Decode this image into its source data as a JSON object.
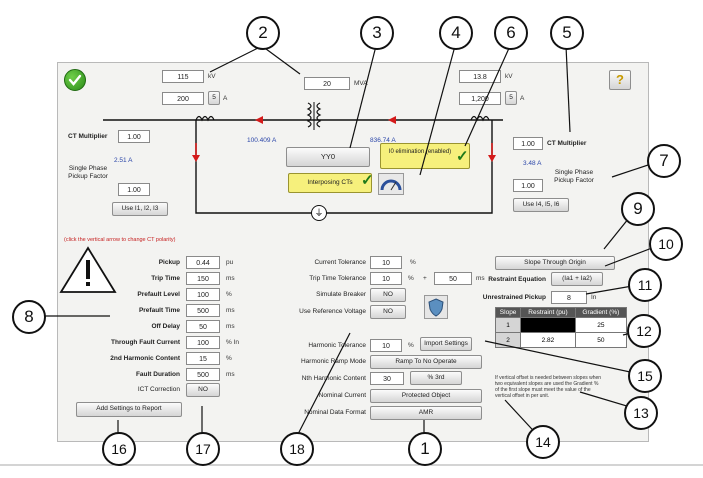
{
  "callouts": {
    "c1": "1",
    "c2": "2",
    "c3": "3",
    "c4": "4",
    "c5": "5",
    "c6": "6",
    "c7": "7",
    "c8": "8",
    "c9": "9",
    "c10": "10",
    "c11": "11",
    "c12": "12",
    "c13": "13",
    "c14": "14",
    "c15": "15",
    "c16": "16",
    "c17": "17",
    "c18": "18"
  },
  "top": {
    "kv_left": "115",
    "kv_left_unit": "kV",
    "a_left": "200",
    "a_left_unit": "A",
    "stepper_left": "5",
    "mva": "20",
    "mva_unit": "MVA",
    "kv_right": "13.8",
    "kv_right_unit": "kV",
    "a_right": "1,200",
    "a_right_unit": "A",
    "stepper_right": "5",
    "current_left": "100.409 A",
    "current_right": "836.74 A",
    "help": "?"
  },
  "diagram": {
    "vector_group": "YY0",
    "zero_elim": "I0 elimination (enabled)",
    "interposing": "Interposing CTs",
    "ground": "⏚"
  },
  "left_side": {
    "ct_mult_label": "CT Multiplier",
    "ct_mult": "1.00",
    "amps": "2.51 A",
    "pickup_label": "Single Phase Pickup Factor",
    "pickup": "1.00",
    "use_button": "Use I1, I2, I3"
  },
  "right_side": {
    "ct_mult_label": "CT Multiplier",
    "ct_mult": "1.00",
    "amps": "3.48 A",
    "pickup_label": "Single Phase Pickup Factor",
    "pickup": "1.00",
    "use_button": "Use I4, I5, I6"
  },
  "hint": "(click the vertical arrow to change CT polarity)",
  "settings_left": [
    {
      "label": "Pickup",
      "value": "0.44",
      "unit": "pu"
    },
    {
      "label": "Trip Time",
      "value": "150",
      "unit": "ms"
    },
    {
      "label": "Prefault Level",
      "value": "100",
      "unit": "%"
    },
    {
      "label": "Prefault Time",
      "value": "500",
      "unit": "ms"
    },
    {
      "label": "Off Delay",
      "value": "50",
      "unit": "ms"
    },
    {
      "label": "Through Fault Current",
      "value": "100",
      "unit": "% In"
    },
    {
      "label": "2nd Harmonic Content",
      "value": "15",
      "unit": "%"
    },
    {
      "label": "Fault Duration",
      "value": "500",
      "unit": "ms"
    }
  ],
  "ict": {
    "label": "ICT Correction",
    "value": "NO"
  },
  "add_settings": "Add Settings to Report",
  "settings_mid": {
    "current_tol_label": "Current Tolerance",
    "current_tol": "10",
    "current_tol_unit": "%",
    "trip_tol_label": "Trip Time Tolerance",
    "trip_tol": "10",
    "trip_tol_unit": "%",
    "plus": "+",
    "trip_tol_ms": "50",
    "trip_tol_ms_unit": "ms",
    "sim_breaker_label": "Simulate Breaker",
    "sim_breaker": "NO",
    "use_ref_label": "Use Reference Voltage",
    "use_ref": "NO",
    "harm_tol_label": "Harmonic Tolerance",
    "harm_tol": "10",
    "harm_tol_unit": "%",
    "import": "Import Settings",
    "harm_ramp_label": "Harmonic Ramp Mode",
    "harm_ramp": "Ramp To No Operate",
    "nth_label": "Nth Harmonic Content",
    "nth": "30",
    "nth_order": "% 3rd",
    "nominal_current_label": "Nominal Current",
    "nominal_current": "Protected Object",
    "nominal_format_label": "Nominal Data Format",
    "nominal_format": "AMR"
  },
  "slope": {
    "through_origin": "Slope Through Origin",
    "restraint_label": "Restraint Equation",
    "restraint": "(Ia1 + Ia2)",
    "unrestrained_label": "Unrestrained Pickup",
    "unrestrained": "8",
    "unrestrained_unit": "In",
    "headers": [
      "Slope",
      "Restraint (pu)",
      "Gradient (%)"
    ],
    "rows": [
      [
        "1",
        "",
        "25"
      ],
      [
        "2",
        "2.82",
        "50"
      ]
    ],
    "note": "If vertical offset is needed between slopes when two equivalent slopes are used the Gradient % of the first slope must meet the value of the vertical offset in per unit."
  }
}
